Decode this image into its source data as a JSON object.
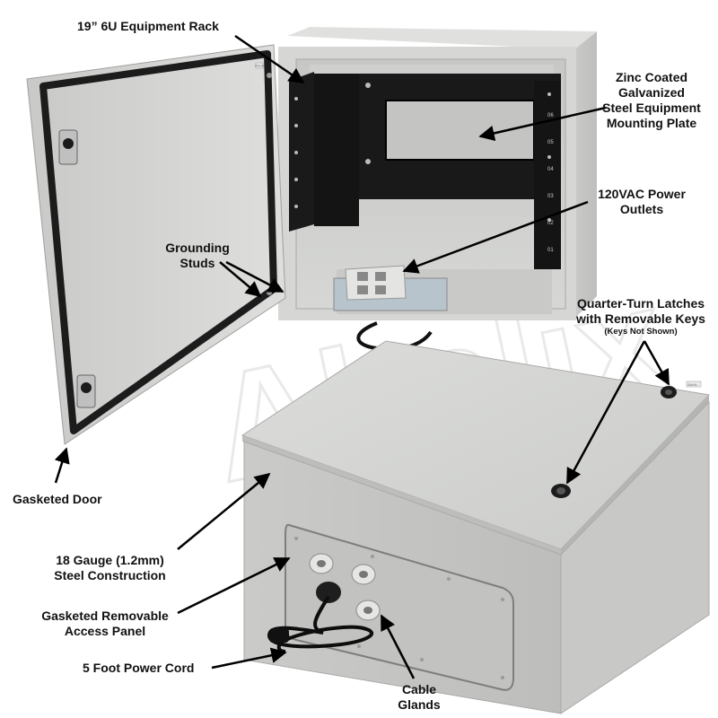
{
  "image": {
    "watermark": "Altelix",
    "door_badge": "Altelix",
    "side_badge": "Altelix"
  },
  "labels": {
    "rack": "19” 6U Equipment Rack",
    "plate_line1": "Zinc Coated",
    "plate_line2": "Galvanized",
    "plate_line3": "Steel Equipment",
    "plate_line4": "Mounting Plate",
    "outlets_line1": "120VAC Power",
    "outlets_line2": "Outlets",
    "grounding_line1": "Grounding",
    "grounding_line2": "Studs",
    "latches_line1": "Quarter-Turn Latches",
    "latches_line2": "with Removable Keys",
    "latches_note": "(Keys Not Shown)",
    "door": "Gasketed Door",
    "gauge_line1": "18 Gauge (1.2mm)",
    "gauge_line2": "Steel Construction",
    "panel_line1": "Gasketed Removable",
    "panel_line2": "Access Panel",
    "cord": "5 Foot Power Cord",
    "glands_line1": "Cable",
    "glands_line2": "Glands"
  },
  "rack_units": [
    "06",
    "05",
    "04",
    "03",
    "02",
    "01"
  ],
  "colors": {
    "enclosure": "#d3d4d2",
    "enclosure_dark": "#b9bab8",
    "gasket": "#1c1c1c",
    "rack": "#161616",
    "label_text": "#111111"
  }
}
